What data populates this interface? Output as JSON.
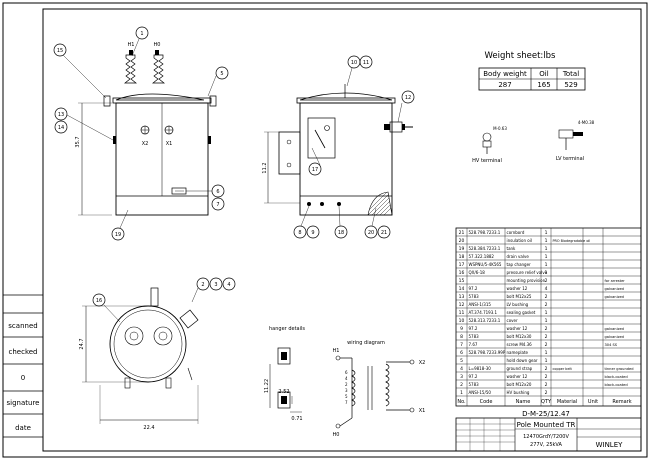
{
  "signoff": [
    "scanned",
    "checked",
    "0",
    "signature",
    "date"
  ],
  "weight": {
    "title": "Weight sheet:lbs",
    "headers": [
      "Body weight",
      "Oil",
      "Total"
    ],
    "values": [
      "287",
      "165",
      "529"
    ]
  },
  "drawing": {
    "front": {
      "h1": "H1",
      "h0": "H0",
      "x2": "X2",
      "x1": "X1",
      "dimension": "35.7"
    },
    "side": {
      "dimension": "11.2"
    },
    "top": {
      "dim_vertical": "24.7",
      "dim_horizontal": "22.4"
    },
    "hanger": {
      "title": "hanger details",
      "dim_vertical": "11.22",
      "dim_a": "2.52",
      "dim_b": "0.71"
    },
    "wiring": {
      "title": "wiring diagram",
      "h1": "H1",
      "h0": "H0",
      "x2": "X2",
      "x1": "X1",
      "taps": [
        "6",
        "4",
        "2",
        "3",
        "5",
        "7"
      ]
    },
    "hv_terminal": {
      "dim": "M-0.63",
      "label": "HV terminal"
    },
    "lv_terminal": {
      "dim": "4-M0.38",
      "label": "LV terminal"
    },
    "callouts": [
      "1",
      "15",
      "5",
      "13",
      "14",
      "6",
      "7",
      "19",
      "10",
      "11",
      "12",
      "17",
      "8",
      "9",
      "18",
      "20",
      "21",
      "2",
      "3",
      "4",
      "16"
    ]
  },
  "parts_table": {
    "headers": [
      "No.",
      "Code",
      "Name",
      "QTY",
      "Material",
      "Unit",
      "Remark"
    ],
    "rows": [
      [
        "21",
        "528.798.7233.1",
        "cornbord",
        "1",
        "",
        ""
      ],
      [
        "20",
        "",
        "insulation oil",
        "1",
        "PRO Biodegradable oil",
        ""
      ],
      [
        "19",
        "528.384.7233.1",
        "tank",
        "1",
        "",
        ""
      ],
      [
        "18",
        "57.322.1882",
        "drain valve",
        "1",
        "",
        ""
      ],
      [
        "17",
        "WSPNU/5-4K565",
        "tap changer",
        "1",
        "",
        ""
      ],
      [
        "16",
        "QX/6-18",
        "pressure relief valve",
        "1",
        "",
        ""
      ],
      [
        "15",
        "",
        "mounting provision",
        "2",
        "",
        "for arrester"
      ],
      [
        "14",
        "97.2",
        "washer 12",
        "4",
        "",
        "galvanized"
      ],
      [
        "13",
        "5783",
        "bolt M12x25",
        "2",
        "",
        "galvanized"
      ],
      [
        "12",
        "ANSI-1/315",
        "LV bushing",
        "2",
        "",
        ""
      ],
      [
        "11",
        "AT.374.7193.1",
        "sealing gasket",
        "1",
        "",
        ""
      ],
      [
        "10",
        "528.313.7233.1",
        "cover",
        "1",
        "",
        ""
      ],
      [
        "9",
        "97.2",
        "washer 12",
        "2",
        "",
        "galvanized"
      ],
      [
        "8",
        "5783",
        "bolt M12x30",
        "2",
        "",
        "galvanized"
      ],
      [
        "7",
        "7.67",
        "screw M4.36",
        "2",
        "",
        "304 SS"
      ],
      [
        "6",
        "528.798.7233.99P",
        "nameplate",
        "1",
        "",
        ""
      ],
      [
        "5",
        "",
        "hold down gear",
        "1",
        "",
        ""
      ],
      [
        "4",
        "L=9818-30",
        "ground strap",
        "2",
        "copper belt",
        "tinner grounded"
      ],
      [
        "3",
        "97.2",
        "washer 12",
        "2",
        "",
        "black-coated"
      ],
      [
        "2",
        "5783",
        "bolt M12x20",
        "2",
        "",
        "black-coated"
      ],
      [
        "1",
        "ANSI-15/50",
        "HV bushing",
        "2",
        "",
        ""
      ]
    ]
  },
  "title_block": {
    "code": "D-M-25/12.47",
    "name": "Pole Mounted TR",
    "voltage": "12470GrdY/7200V",
    "rating": "277V, 25kVA",
    "company": "WINLEY"
  }
}
